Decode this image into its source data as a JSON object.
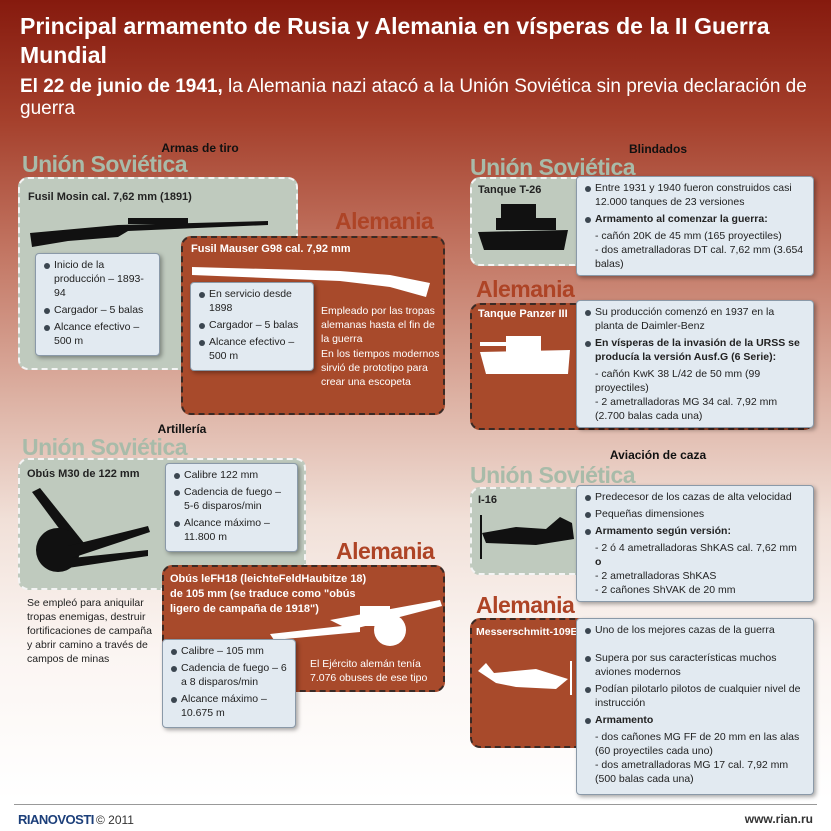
{
  "header": {
    "title": "Principal armamento de Rusia y Alemania en vísperas de la II Guerra Mundial",
    "subtitle_bold": "El 22 de junio de 1941,",
    "subtitle_rest": " la Alemania nazi atacó a la Unión Soviética sin previa declaración de guerra"
  },
  "labels": {
    "ussr": "Unión Soviética",
    "germany": "Alemania"
  },
  "small_arms": {
    "section": "Armas de tiro",
    "ussr": {
      "name": "Fusil Mosin cal. 7,62 mm (1891)",
      "facts": [
        "Inicio de la producción – 1893-94",
        "Cargador – 5 balas",
        "Alcance efectivo – 500 m"
      ]
    },
    "germany": {
      "name": "Fusil Mauser G98 cal. 7,92 mm",
      "facts": [
        "En servicio desde 1898",
        "Cargador – 5 balas",
        "Alcance efectivo – 500 m"
      ],
      "note1": "Empleado por las tropas alemanas hasta el fin de la guerra",
      "note2": "En los tiempos modernos sirvió de prototipo para crear una escopeta"
    }
  },
  "armor": {
    "section": "Blindados",
    "ussr": {
      "name": "Tanque T-26",
      "fact1": "Entre 1931 y 1940 fueron construidos casi 12.000 tanques de 23 versiones",
      "fact2": "Armamento al comenzar la guerra:",
      "sub": [
        "- cañón 20K de 45 mm (165 proyectiles)",
        "- dos ametralladoras DT cal. 7,62 mm (3.654 balas)"
      ]
    },
    "germany": {
      "name": "Tanque Panzer III",
      "fact1": "Su producción comenzó en 1937 en la planta de Daimler-Benz",
      "fact2": "En vísperas de la invasión de la URSS se producía la versión Ausf.G (6 Serie):",
      "sub": [
        "- cañón KwK 38 L/42 de 50 mm (99 proyectiles)",
        "- 2 ametralladoras MG 34 cal. 7,92 mm (2.700 balas cada una)"
      ]
    }
  },
  "artillery": {
    "section": "Artillería",
    "ussr": {
      "name": "Obús M30 de 122 mm",
      "facts": [
        "Calibre 122 mm",
        "Cadencia de fuego – 5-6 disparos/min",
        "Alcance máximo – 11.800 m"
      ],
      "note": "Se empleó para aniquilar tropas enemigas, destruir fortificaciones de campaña y abrir camino a través de campos de minas"
    },
    "germany": {
      "name": "Obús leFH18 (leichteFeldHaubitze 18) de 105 mm (se traduce como \"obús ligero de campaña de 1918\")",
      "facts": [
        "Calibre – 105 mm",
        "Cadencia de fuego – 6 a 8 disparos/min",
        "Alcance máximo – 10.675 m"
      ],
      "note": "El Ejército alemán tenía 7.076 obuses de ese tipo"
    }
  },
  "aviation": {
    "section": "Aviación de caza",
    "ussr": {
      "name": "I-16",
      "fact1": "Predecesor de los cazas de alta velocidad",
      "fact2": "Pequeñas dimensiones",
      "fact3": "Armamento según versión:",
      "sub": [
        "- 2 ó 4 ametralladoras ShKAS cal. 7,62 mm",
        "o",
        "- 2 ametralladoras ShKAS",
        "- 2 cañones ShVAK de 20 mm"
      ]
    },
    "germany": {
      "name": "Messerschmitt-109E",
      "fact1": "Uno de los mejores cazas de la guerra",
      "fact2": "Supera por sus características muchos aviones modernos",
      "fact3": "Podían pilotarlo pilotos de cualquier nivel de instrucción",
      "fact4": "Armamento",
      "sub": [
        "- dos cañones MG FF de 20 mm en las alas (60 proyectiles cada uno)",
        "- dos ametralladoras MG 17 cal. 7,92 mm (500 balas cada una)"
      ]
    }
  },
  "footer": {
    "logo": "RIANOVOSTI",
    "copyright": "© 2011",
    "url": "www.rian.ru"
  }
}
